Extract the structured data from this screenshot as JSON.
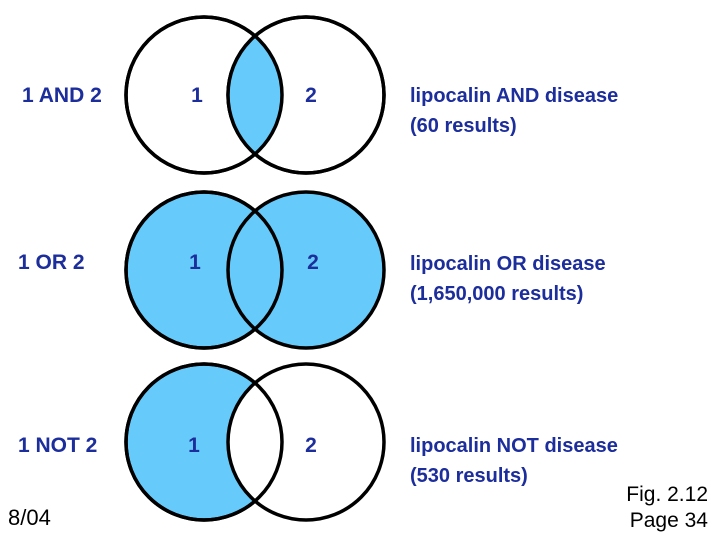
{
  "rows": [
    {
      "operator_label": "1 AND 2",
      "circle1_label": "1",
      "circle2_label": "2",
      "caption_line1": "lipocalin AND disease",
      "caption_line2": "(60 results)",
      "shading": "intersection only"
    },
    {
      "operator_label": "1 OR 2",
      "circle1_label": "1",
      "circle2_label": "2",
      "caption_line1": "lipocalin OR disease",
      "caption_line2": "(1,650,000 results)",
      "shading": "both circles"
    },
    {
      "operator_label": "1 NOT 2",
      "circle1_label": "1",
      "circle2_label": "2",
      "caption_line1": "lipocalin NOT disease",
      "caption_line2": "(530 results)",
      "shading": "left circle minus intersection"
    }
  ],
  "footer": {
    "date": "8/04",
    "figure": "Fig. 2.12",
    "page": "Page 34"
  },
  "colors": {
    "venn_fill": "#66CBFA",
    "text_blue": "#1C2D9C",
    "text_black": "#000000",
    "circle_outline": "#000000"
  }
}
